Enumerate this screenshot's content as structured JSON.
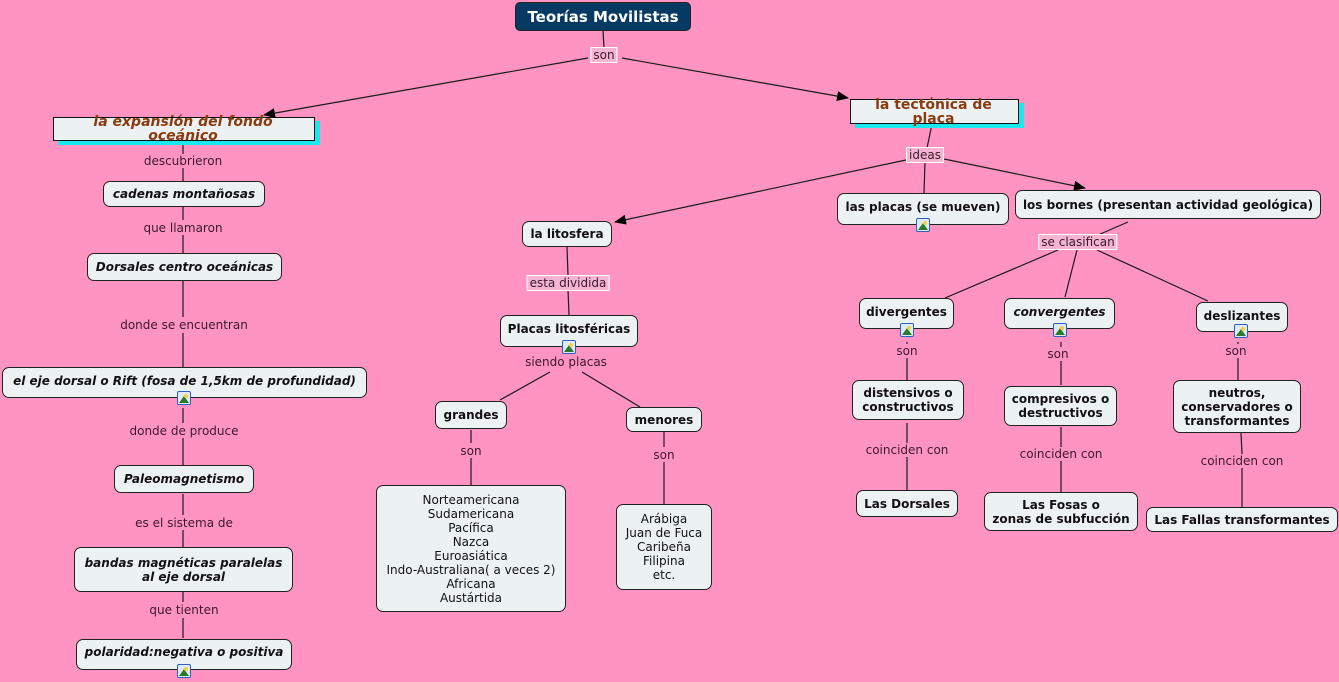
{
  "colors": {
    "background": "#ff94c2",
    "title_fill": "#063a63",
    "node_fill": "#ecf2f4",
    "main_text": "#8b3a0e",
    "shadow": "#19e9ef"
  },
  "title": "Teorías Movilistas",
  "root_link": "son",
  "left_branch": {
    "heading": "la expansión del fondo oceánico",
    "chain": [
      {
        "link": "descubrieron",
        "node": "cadenas montañosas"
      },
      {
        "link": "que llamaron",
        "node": "Dorsales centro oceánicas"
      },
      {
        "link": "donde se encuentran",
        "node": "el eje dorsal o Rift (fosa de 1,5km de profundidad)"
      },
      {
        "link": "donde de produce",
        "node": "Paleomagnetismo"
      },
      {
        "link": "es el sistema de",
        "node": "bandas magnéticas paralelas\nal eje dorsal"
      },
      {
        "link": "que tienten",
        "node": "polaridad:negativa o positiva"
      }
    ]
  },
  "right_branch": {
    "heading": "la tectónica de placa",
    "link": "ideas",
    "litosfera": {
      "node": "la litosfera",
      "link": "esta dividida",
      "plates": "Placas litosféricas",
      "plates_link": "siendo placas",
      "grandes": {
        "node": "grandes",
        "link": "son",
        "list": "Norteamericana\nSudamericana\nPacífica\nNazca\nEuroasiática\nIndo-Australiana( a veces 2)\nAfricana\nAustártida"
      },
      "menores": {
        "node": "menores",
        "link": "son",
        "list": "Arábiga\nJuan de Fuca\nCaribeña\nFilipina\netc."
      }
    },
    "placas_move": "las placas (se mueven)",
    "bornes": {
      "node": "los bornes (presentan actividad geológica)",
      "link": "se clasifican",
      "types": [
        {
          "name": "divergentes",
          "link": "son",
          "kind": "distensivos o\nconstructivos",
          "link2": "coinciden con",
          "result": "Las Dorsales"
        },
        {
          "name": "convergentes",
          "link": "son",
          "kind": "compresivos o\ndestructivos",
          "link2": "coinciden con",
          "result": "Las Fosas o\nzonas de subfucción"
        },
        {
          "name": "deslizantes",
          "link": "son",
          "kind": "neutros,\nconservadores o\ntransformantes",
          "link2": "coinciden con",
          "result": "Las Fallas transformantes"
        }
      ]
    }
  }
}
